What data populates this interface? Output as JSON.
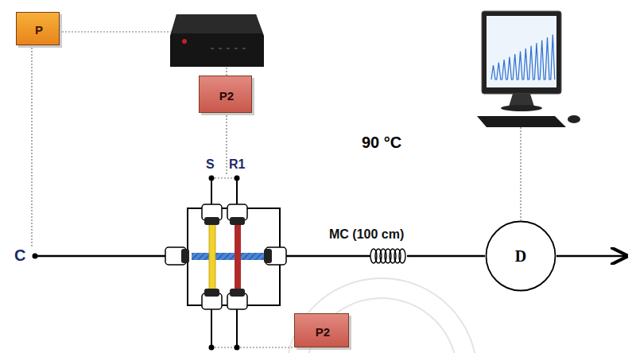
{
  "diagram": {
    "nodes": [
      {
        "text": [
          "P"
        ]
      },
      {
        "text": [
          "P2"
        ]
      },
      {
        "text": [
          "P2"
        ]
      },
      {
        "text": [
          "D"
        ]
      }
    ],
    "labels": [
      "S",
      "R1",
      "90 °C",
      "C",
      "MC (100 cm)"
    ]
  }
}
